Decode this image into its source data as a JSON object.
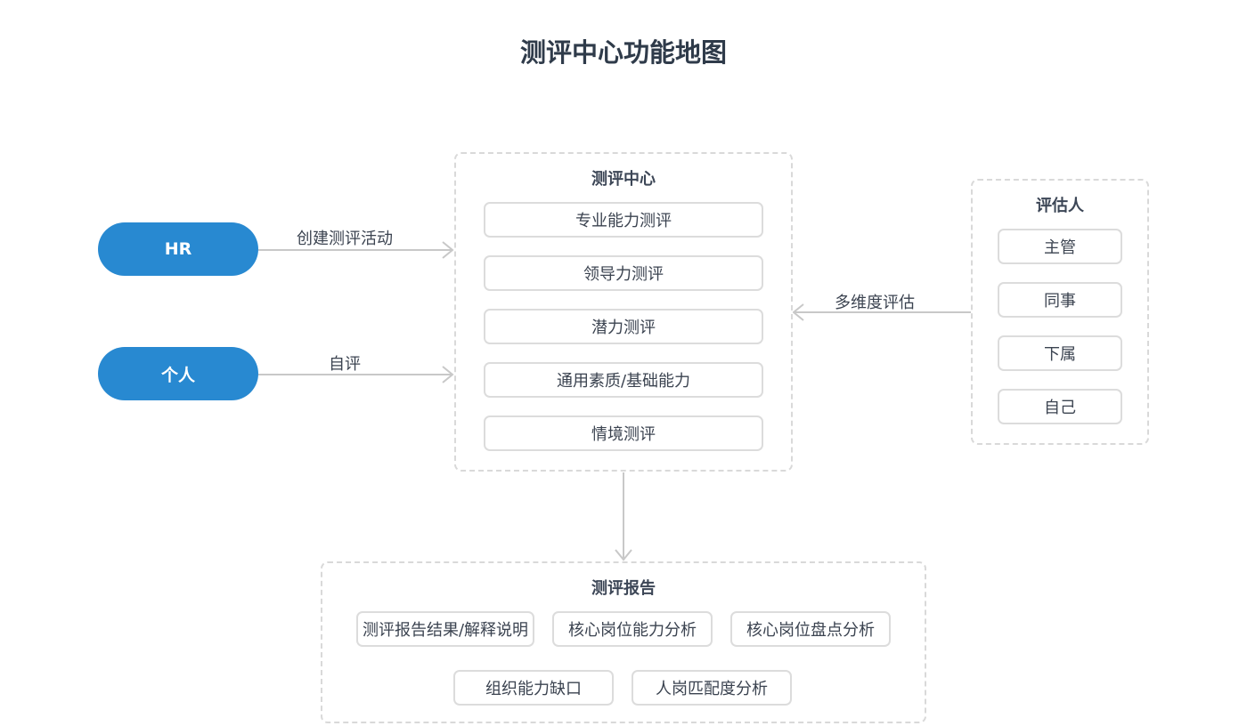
{
  "title": "测评中心功能地图",
  "actors": {
    "hr": "HR",
    "personal": "个人"
  },
  "edges": {
    "hr_label": "创建测评活动",
    "self_label": "自评",
    "evaluator_label": "多维度评估"
  },
  "center": {
    "title": "测评中心",
    "items": [
      "专业能力测评",
      "领导力测评",
      "潜力测评",
      "通用素质/基础能力",
      "情境测评"
    ]
  },
  "evaluators": {
    "title": "评估人",
    "items": [
      "主管",
      "同事",
      "下属",
      "自己"
    ]
  },
  "report": {
    "title": "测评报告",
    "row1": [
      "测评报告结果/解释说明",
      "核心岗位能力分析",
      "核心岗位盘点分析"
    ],
    "row2": [
      "组织能力缺口",
      "人岗匹配度分析"
    ]
  },
  "colors": {
    "actor_fill": "#2889d1",
    "connector": "#c8c8c8",
    "dashed_border": "#d9d9d9"
  }
}
